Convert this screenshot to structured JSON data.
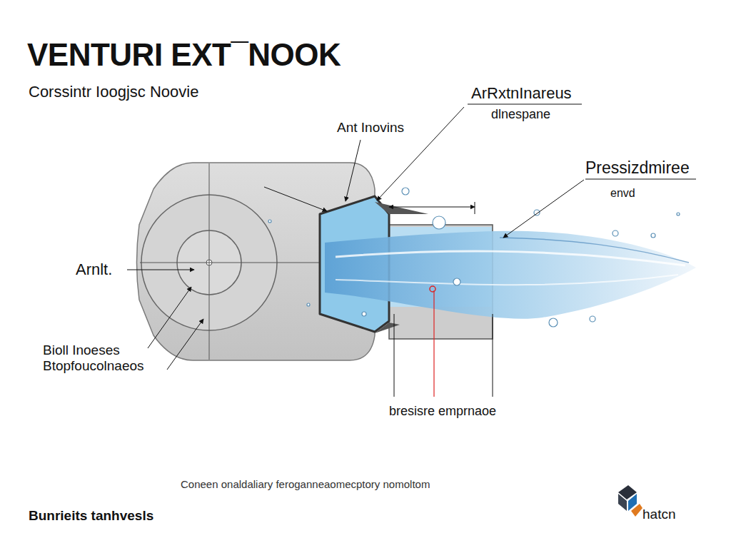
{
  "diagram": {
    "title": "VENTURI EXT¯NOOK",
    "caption": "Coneen onaldaliary feroganneaomecptory nomoltom",
    "labels": [
      "Corssintr Ioogjsc Noovie",
      "Ant Inovins",
      "ArRxtnInareus",
      "dlnespane",
      "Pressizdmiree",
      "envd",
      "Arnlt.",
      "Bioll Inoeses Btopfoucolnaeos",
      "bresisre emprnaoe",
      "Bunrieits tanhvesls",
      "hatcn"
    ]
  }
}
